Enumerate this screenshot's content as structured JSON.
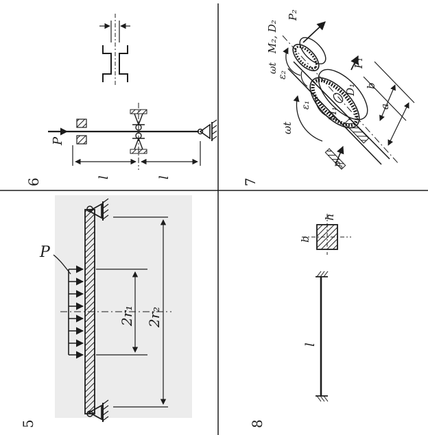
{
  "panels": [
    {
      "number": "5",
      "labels": {
        "load": "P",
        "inner_span": "2r₁",
        "outer_span": "2r₂"
      }
    },
    {
      "number": "6",
      "labels": {
        "force": "P",
        "len_a": "l",
        "len_b": "l"
      }
    },
    {
      "number": "7",
      "labels": {
        "gear_top": "M₂, D₂",
        "p2": "P₂",
        "p1": "P₁",
        "d1": "D₁",
        "m1": "M₁",
        "eps2": "ε₂",
        "eps1": "ε₁",
        "wt1": "ωt",
        "wt2": "ωt",
        "a": "a",
        "b": "b",
        "p": "p"
      }
    },
    {
      "number": "8",
      "labels": {
        "len": "l",
        "b": "b",
        "h": "h"
      }
    }
  ],
  "colors": {
    "ink": "#1c1c1c",
    "hatch_fill": "#9a9a9a",
    "paper": "#ffffff",
    "shade": "#ececec"
  }
}
